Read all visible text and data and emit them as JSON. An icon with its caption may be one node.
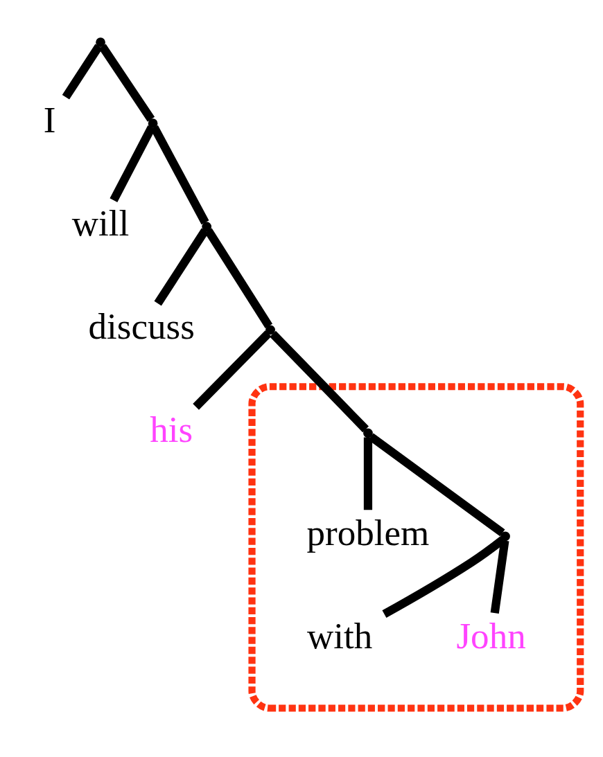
{
  "diagram": {
    "nodes": [
      {
        "text": [],
        "shape": "point"
      },
      {
        "text": [
          "I"
        ]
      },
      {
        "text": [],
        "shape": "point"
      },
      {
        "text": [
          "will"
        ]
      },
      {
        "text": [],
        "shape": "point"
      },
      {
        "text": [
          "discuss"
        ]
      },
      {
        "text": [],
        "shape": "point"
      },
      {
        "text": [
          "his"
        ]
      },
      {
        "text": [],
        "shape": "ellipse"
      },
      {
        "text": [],
        "shape": "point",
        "in": 8
      },
      {
        "text": [
          "problem"
        ],
        "in": 8
      },
      {
        "text": [],
        "shape": "point",
        "in": 8
      },
      {
        "text": [
          "with"
        ],
        "in": 8
      },
      {
        "text": [
          "John"
        ],
        "in": 8
      }
    ],
    "edges": [
      {
        "from": 0,
        "to": 1,
        "arrow": "none"
      },
      {
        "from": 0,
        "to": 2,
        "arrow": "none"
      },
      {
        "from": 2,
        "to": 3,
        "arrow": "none"
      },
      {
        "from": 2,
        "to": 4,
        "arrow": "none"
      },
      {
        "from": 4,
        "to": 5,
        "arrow": "none"
      },
      {
        "from": 4,
        "to": 6,
        "arrow": "none"
      },
      {
        "from": 6,
        "to": 7,
        "arrow": "none"
      },
      {
        "from": 6,
        "to": 9,
        "arrow": "none"
      },
      {
        "from": 9,
        "to": 10,
        "arrow": "none"
      },
      {
        "from": 9,
        "to": 11,
        "arrow": "none"
      },
      {
        "from": 11,
        "to": 12,
        "arrow": "none"
      },
      {
        "from": 11,
        "to": 13,
        "arrow": "none"
      }
    ]
  }
}
